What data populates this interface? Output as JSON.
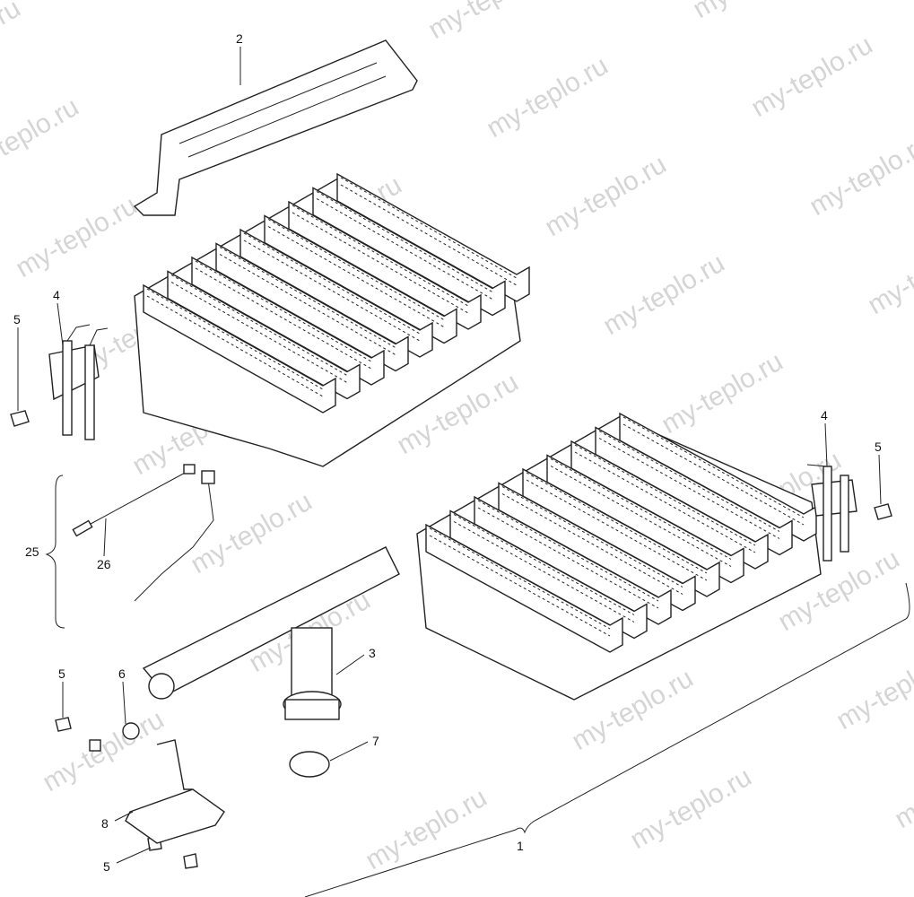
{
  "watermark": "my-teplo.ru",
  "callouts": {
    "c1": "1",
    "c2": "2",
    "c3": "3",
    "c4a": "4",
    "c4b": "4",
    "c5a": "5",
    "c5b": "5",
    "c5c": "5",
    "c5d": "5",
    "c6": "6",
    "c7": "7",
    "c8": "8",
    "c25": "25",
    "c26": "26"
  }
}
